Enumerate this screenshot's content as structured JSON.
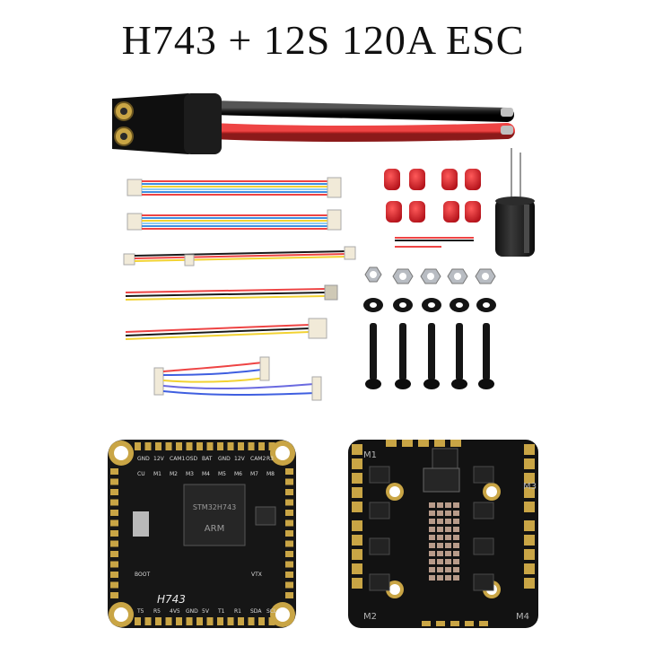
{
  "header": {
    "title": "H743 + 12S 120A ESC"
  },
  "fc_board": {
    "label": "H743",
    "chip_text": "STM32H743",
    "brand": "ARM",
    "top_pads": [
      "CU",
      "M1",
      "M2",
      "M3",
      "M4",
      "M5",
      "M6",
      "M7",
      "M8"
    ],
    "top_labels": [
      "GND",
      "12V",
      "CAM1",
      "OSD",
      "BAT",
      "GND",
      "12V",
      "CAM2",
      "R3"
    ],
    "bottom_labels": [
      "T5",
      "R5",
      "4V5",
      "GND",
      "5V",
      "T1",
      "R1",
      "SDA",
      "SCL"
    ],
    "side_labels": [
      "BOOT",
      "VTX"
    ]
  },
  "esc_board": {
    "motor_labels": [
      "M1",
      "M2",
      "M3",
      "M4"
    ]
  },
  "colors": {
    "wire_red": "#c62828",
    "wire_black": "#1a1a1a",
    "pcb": "#161616",
    "gold": "#c9a545",
    "connector": "#e8e2d0",
    "damper": "#e0212a",
    "nut": "#b8bcc2"
  }
}
